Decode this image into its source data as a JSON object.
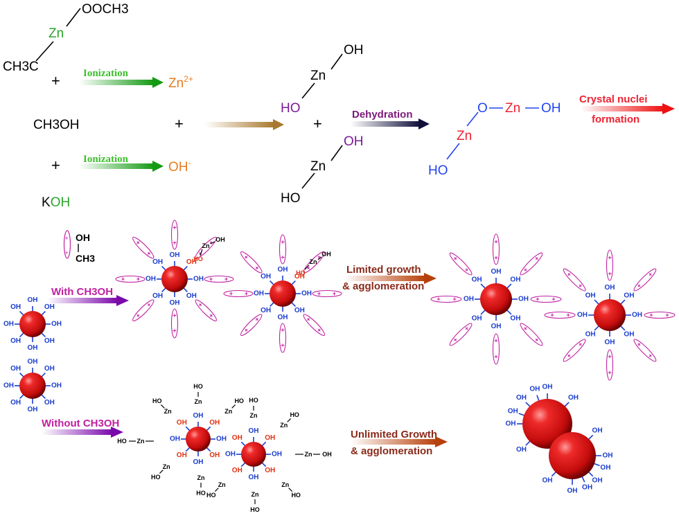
{
  "reactants": {
    "zinc_acetate": {
      "ooch3": "OOCH3",
      "zn": "Zn",
      "ch3c": "CH3C"
    },
    "methanol": "CH3OH",
    "koh": {
      "k": "K",
      "oh": "OH"
    },
    "plus": "+"
  },
  "steps": {
    "ionization": "Ionization",
    "dehydration": "Dehydration",
    "crystal_nuclei": [
      "Crystal nuclei",
      "formation"
    ],
    "with_methanol": "With CH3OH",
    "without_methanol": "Without CH3OH",
    "limited_growth": [
      "Limited growth",
      "& agglomeration"
    ],
    "unlimited_growth": [
      "Unlimited Growth",
      "& agglomeration"
    ]
  },
  "ions": {
    "zinc": "Zn",
    "zinc_charge": "2+",
    "hydroxide": "OH",
    "hydroxide_charge": "-"
  },
  "intermediates": {
    "zn": "Zn",
    "oh": "OH",
    "ho": "HO",
    "o": "O"
  },
  "legend": {
    "oh": "OH",
    "ch3": "CH3",
    "plus": "+"
  },
  "colors": {
    "ion_orange": "#e87b1e",
    "ionization_green": "#3dbf2d",
    "zn_green": "#2aa52a",
    "dehydration_purple": "#7a1a7a",
    "dimer_blue": "#2244ee",
    "nuclei_red": "#ee2233",
    "ho_purple": "#7a1a9a",
    "methanol_magenta": "#c020a0",
    "growth_brown": "#8a2a1a",
    "sphere_red": "#dd1111",
    "ligand_blue": "#1a3ccc",
    "ligand_red": "#e03010"
  }
}
